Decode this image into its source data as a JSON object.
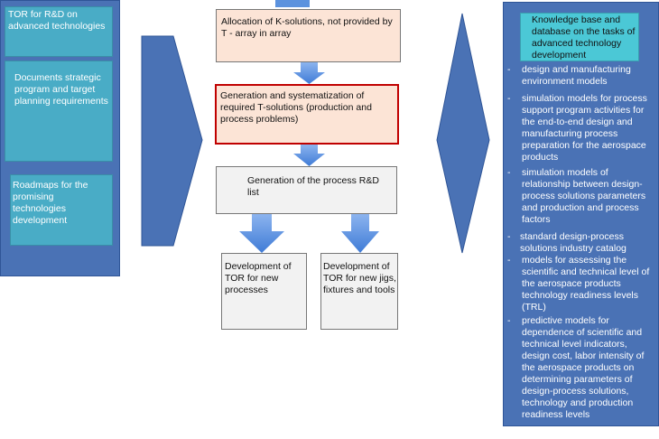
{
  "left_panel": {
    "items": [
      {
        "label": "TOR for R&D on advanced technologies"
      },
      {
        "label": "Documents strategic program and target planning requirements"
      },
      {
        "label": "Roadmaps for the promising technologies development"
      }
    ]
  },
  "flow": {
    "box1": "Allocation of K-solutions, not provided by T - array in array",
    "box2": "Generation and systematization of required T-solutions (production and process problems)",
    "box3": "Generation of the process R&D list",
    "box4": "Development of TOR for new processes",
    "box5": "Development of TOR for new jigs, fixtures and tools"
  },
  "right_panel": {
    "header": "Knowledge base and database on the tasks of advanced technology development",
    "items": [
      {
        "bullet": "-",
        "label": "design and manufacturing environment models"
      },
      {
        "bullet": "-",
        "label": "simulation models for process support program activities for the end-to-end design and manufacturing process preparation for the aerospace products"
      },
      {
        "bullet": "-",
        "label": "simulation models of relationship between design-process solutions parameters and production and process factors"
      },
      {
        "bullet": "-",
        "label": "standard design-process solutions industry catalog"
      },
      {
        "bullet": "-",
        "label": "models for assessing the scientific and technical level of the aerospace products technology readiness levels (TRL)"
      },
      {
        "bullet": "-",
        "label": "predictive models for dependence of scientific and technical level indicators, design cost, labor intensity of the aerospace products on determining parameters of design-process solutions, technology and production readiness levels"
      }
    ]
  },
  "colors": {
    "panel_blue": "#4a72b5",
    "panel_border": "#2f5597",
    "teal": "#49acc6",
    "header_teal": "#4bc8d6",
    "peach": "#fce4d6",
    "highlight_red": "#c00000",
    "gray_box": "#f2f2f2",
    "arrow_blue": "#5b92de"
  }
}
